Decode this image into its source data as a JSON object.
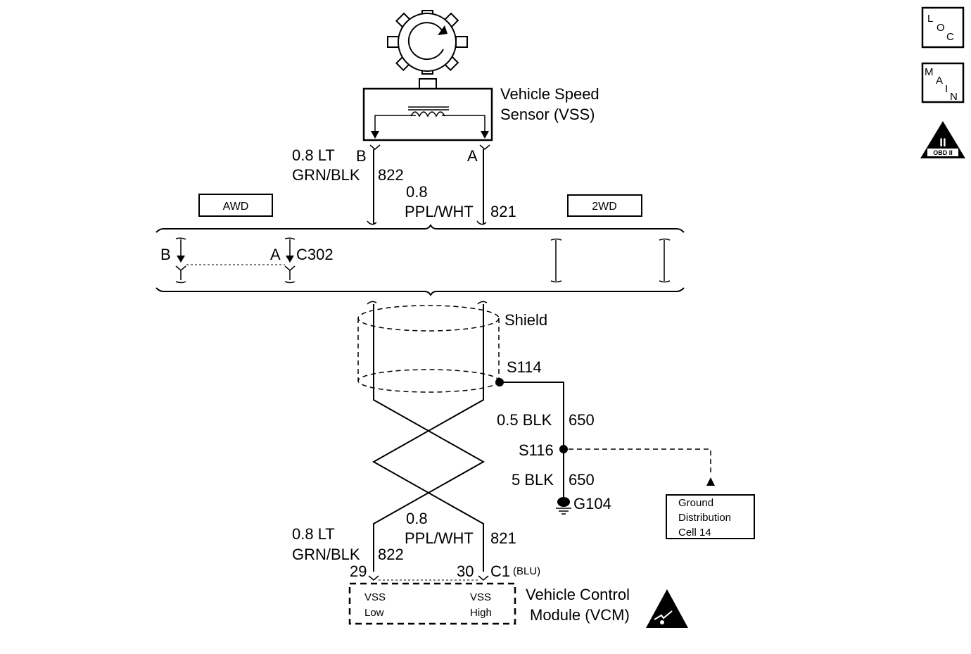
{
  "sensor": {
    "name_line1": "Vehicle Speed",
    "name_line2": "Sensor (VSS)",
    "pin_b": "B",
    "pin_a": "A"
  },
  "wires_top": {
    "left_size1": "0.8 LT",
    "left_color": "GRN/BLK",
    "left_circuit": "822",
    "right_size": "0.8",
    "right_color": "PPL/WHT",
    "right_circuit": "821"
  },
  "options": {
    "awd": "AWD",
    "twowd": "2WD"
  },
  "connector": {
    "pin_b": "B",
    "pin_a": "A",
    "name": "C302"
  },
  "shield": {
    "label": "Shield"
  },
  "splices": {
    "s114": "S114",
    "s116": "S116",
    "wire1_size": "0.5 BLK",
    "wire1_circuit": "650",
    "wire2_size": "5 BLK",
    "wire2_circuit": "650",
    "ground": "G104"
  },
  "ground_distribution": {
    "line1": "Ground",
    "line2": "Distribution",
    "line3": "Cell 14"
  },
  "wires_bottom": {
    "left_size1": "0.8 LT",
    "left_color": "GRN/BLK",
    "left_circuit": "822",
    "right_size": "0.8",
    "right_color": "PPL/WHT",
    "right_circuit": "821",
    "pin_left": "29",
    "pin_right": "30",
    "connector": "C1",
    "connector_color": "(BLU)"
  },
  "module": {
    "pin_low_line1": "VSS",
    "pin_low_line2": "Low",
    "pin_high_line1": "VSS",
    "pin_high_line2": "High",
    "name_line1": "Vehicle Control",
    "name_line2": "Module (VCM)"
  },
  "nav": {
    "loc_l": "L",
    "loc_o": "O",
    "loc_c": "C",
    "main_m": "M",
    "main_a": "A",
    "main_i": "I",
    "main_n": "N",
    "obd_roman": "II",
    "obd_label": "OBD II"
  },
  "icons": {
    "sensor": "reluctor-wheel-icon",
    "ground": "ground-symbol-icon",
    "esd": "esd-warning-icon",
    "obd": "obd-ii-icon"
  }
}
